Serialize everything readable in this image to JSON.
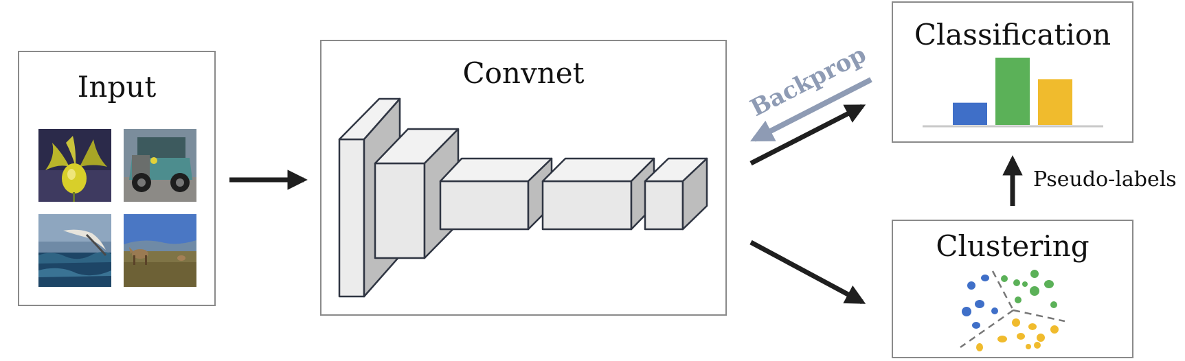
{
  "input": {
    "title": "Input",
    "images": [
      {
        "icon": "flower-photo"
      },
      {
        "icon": "vintage-car-photo"
      },
      {
        "icon": "seabird-over-waves-photo"
      },
      {
        "icon": "deer-in-field-photo"
      }
    ]
  },
  "convnet": {
    "title": "Convnet"
  },
  "classification": {
    "title": "Classification",
    "bar_values": [
      0.33,
      1.0,
      0.68
    ],
    "bar_colors": [
      "#3f6fc8",
      "#5bb158",
      "#f0bb2d"
    ]
  },
  "clustering": {
    "title": "Clustering",
    "cluster_colors": {
      "blue": "#3f6fc8",
      "green": "#5bb158",
      "yellow": "#f0bb2d"
    }
  },
  "arrows": {
    "backprop_label": "Backprop",
    "backprop_color": "#8e9bb4",
    "pseudo_labels_label": "Pseudo-labels"
  }
}
